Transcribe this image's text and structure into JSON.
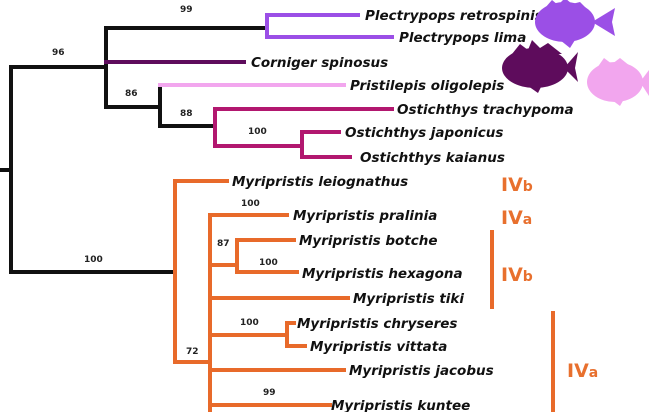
{
  "colors": {
    "black": "#111111",
    "plectrypops": "#9B4FE6",
    "corniger": "#5E0C5C",
    "pristilepis": "#F2A6EE",
    "ostichthys": "#B2176F",
    "myripristis": "#E86A2A"
  },
  "taxa": [
    "Plectrypops retrospinis",
    "Plectrypops lima",
    "Corniger spinosus",
    "Pristilepis oligolepis",
    "Ostichthys trachypoma",
    "Ostichthys japonicus",
    "Ostichthys kaianus",
    "Myripristis leiognathus",
    "Myripristis pralinia",
    "Myripristis botche",
    "Myripristis hexagona",
    "Myripristis tiki",
    "Myripristis chryseres",
    "Myripristis vittata",
    "Myripristis jacobus",
    "Myripristis kuntee"
  ],
  "bootstrap": [
    "99",
    "96",
    "86",
    "88",
    "100",
    "100",
    "100",
    "87",
    "100",
    "100",
    "72",
    "99"
  ],
  "groups": [
    {
      "main": "IV",
      "sub": "b"
    },
    {
      "main": "IV",
      "sub": "a"
    },
    {
      "main": "IV",
      "sub": "b"
    },
    {
      "main": "IV",
      "sub": "a"
    }
  ],
  "icons": [
    "fish-silhouette-plectrypops",
    "fish-silhouette-corniger",
    "fish-silhouette-pristilepis"
  ]
}
